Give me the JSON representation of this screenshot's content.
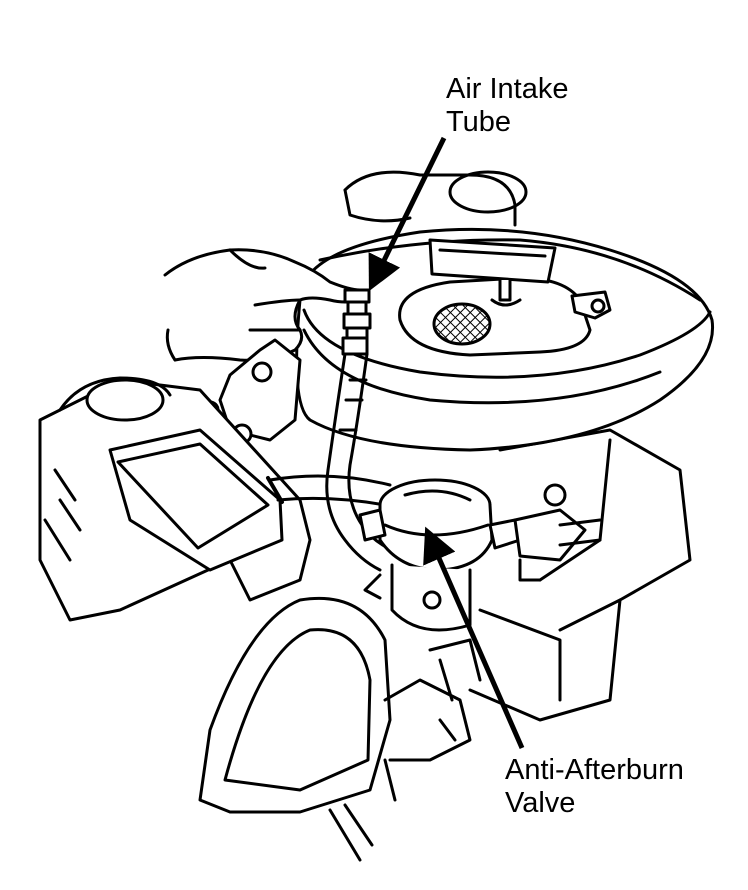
{
  "callouts": {
    "air_intake_tube": {
      "line1": "Air Intake",
      "line2": "Tube"
    },
    "anti_afterburn_valve": {
      "line1": "Anti-Afterburn",
      "line2": "Valve"
    }
  },
  "colors": {
    "ink": "#000000",
    "paper": "#ffffff"
  }
}
